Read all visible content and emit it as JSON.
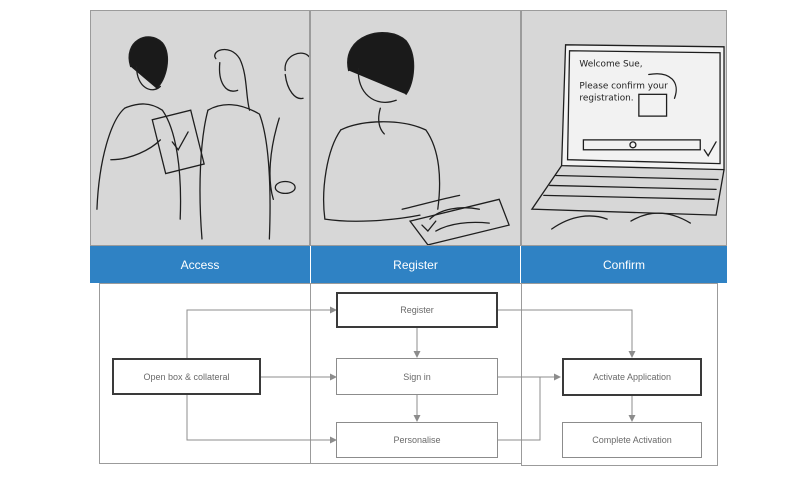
{
  "steps": [
    {
      "label": "Access"
    },
    {
      "label": "Register"
    },
    {
      "label": "Confirm"
    }
  ],
  "illustrations": {
    "laptop_screen": {
      "greeting": "Welcome Sue,",
      "prompt_line1": "Please confirm your",
      "prompt_line2": "registration."
    }
  },
  "flow": {
    "nodes": {
      "open_box": "Open box & collateral",
      "register": "Register",
      "sign_in": "Sign in",
      "personalise": "Personalise",
      "activate": "Activate Application",
      "complete": "Complete Activation"
    }
  },
  "colors": {
    "step_bar": "#2f82c4",
    "panel_bg": "#d7d7d7",
    "line": "#8c8c8c"
  }
}
